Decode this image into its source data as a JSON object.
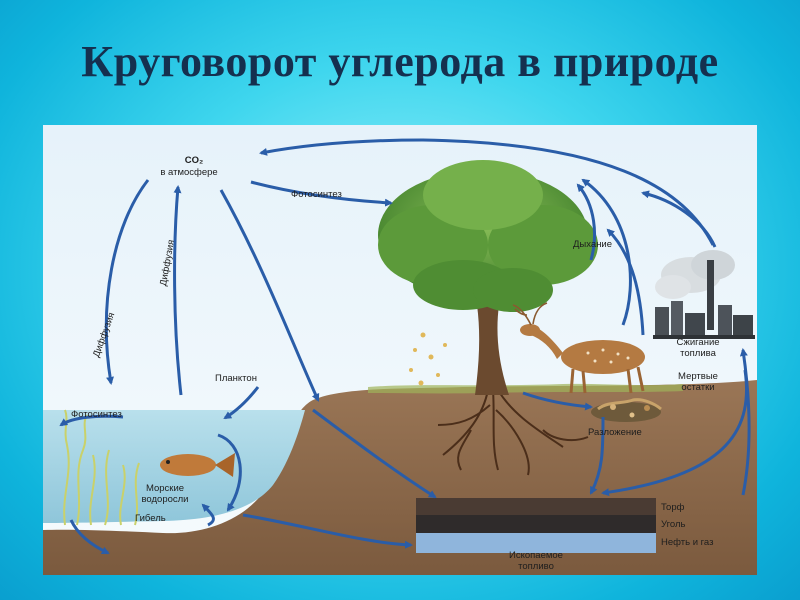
{
  "title": "Круговорот углерода в природе",
  "labels": {
    "co2_line1": "CO₂",
    "co2_line2": "в атмосфере",
    "photosynthesis_land": "Фотосинтез",
    "respiration": "Дыхание",
    "diffusion_1": "Диффузия",
    "diffusion_2": "Диффузия",
    "plankton": "Планктон",
    "photosynthesis_water": "Фотосинтез",
    "seaweed_line1": "Морские",
    "seaweed_line2": "водоросли",
    "death": "Гибель",
    "fuel_burning_line1": "Сжигание",
    "fuel_burning_line2": "топлива",
    "dead_remains_line1": "Мертвые",
    "dead_remains_line2": "остатки",
    "decomposition": "Разложение",
    "peat": "Торф",
    "coal": "Уголь",
    "oil_gas": "Нефть и газ",
    "fossil_fuel_line1": "Ископаемое",
    "fossil_fuel_line2": "топливо"
  },
  "colors": {
    "arrow": "#2a5da8",
    "sky": "#eaf4fa",
    "soil": "#8c6a4c",
    "water": "#a9d7e6",
    "peat": "#4a3b33",
    "coal": "#2f2b2b",
    "oil_gas": "#8fb5dc"
  }
}
